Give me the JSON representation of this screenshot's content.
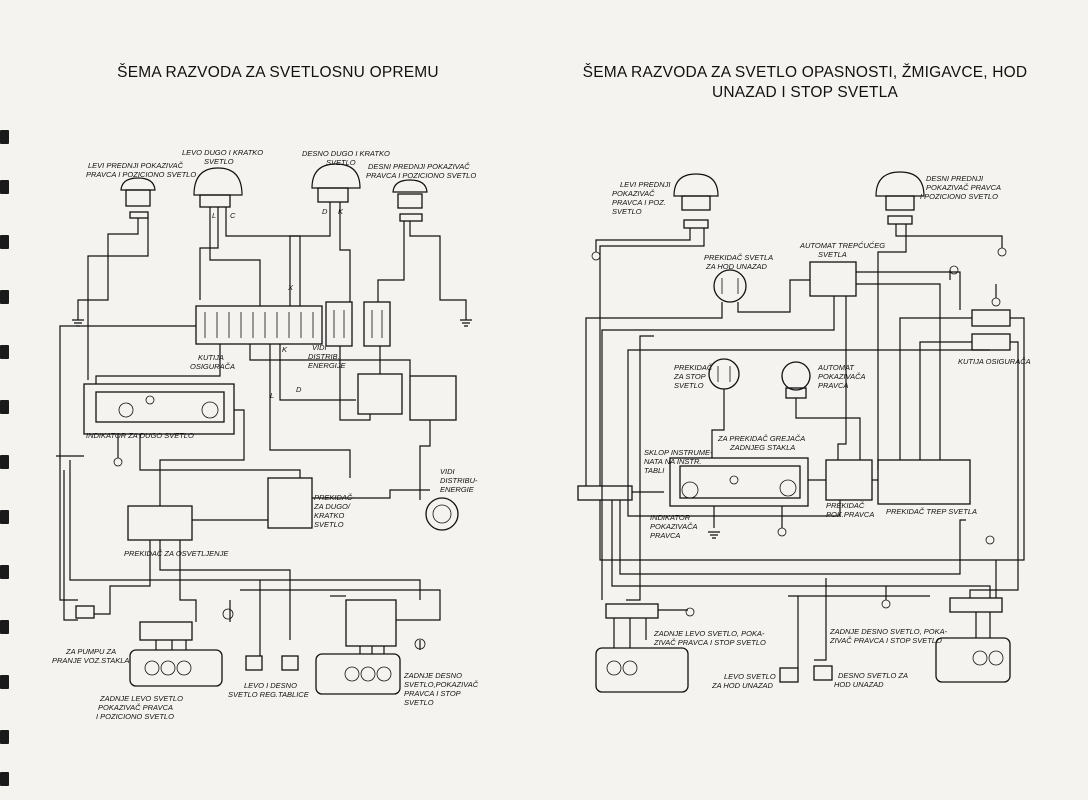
{
  "titles": {
    "left": "ŠEMA RAZVODA ZA SVETLOSNU OPREMU",
    "right_line1": "ŠEMA RAZVODA ZA SVETLO OPASNOSTI, ŽMIGAVCE, HOD",
    "right_line2": "UNAZAD I STOP SVETLA"
  },
  "left_diagram": {
    "levi_prednji_1": "LEVI PREDNJI POKAZIVAČ",
    "levi_prednji_2": "PRAVCA I POZICIONO SVETLO",
    "levo_dugo_1": "LEVO DUGO I KRATKO",
    "levo_dugo_2": "SVETLO",
    "desno_dugo_1": "DESNO DUGO I KRATKO",
    "desno_dugo_2": "SVETLO",
    "desni_prednji_1": "DESNI PREDNJI POKAZIVAČ",
    "desni_prednji_2": "PRAVCA I POZICIONO SVETLO",
    "kutija_1": "KUTIJA",
    "kutija_2": "OSIGURAČA",
    "vidi_1": "VIDI",
    "vidi_2": "DISTRIB.",
    "vidi_3": "ENERGIJE",
    "indikator": "INDIKATOR ZA DUGO SVETLO",
    "prekidac_dugo_1": "PREKIDAČ",
    "prekidac_dugo_2": "ZA DUGO/",
    "prekidac_dugo_3": "KRATKO",
    "prekidac_dugo_4": "SVETLO",
    "vidi_distrib_1": "VIDI",
    "vidi_distrib_2": "DISTRIBU-",
    "vidi_distrib_3": "ENERGIE",
    "prekidac_osvetljenje": "PREKIDAČ ZA OSVETLJENJE",
    "pumpa_1": "ZA PUMPU ZA",
    "pumpa_2": "PRANJE VOZ.STAKLA",
    "zadnje_levo_1": "ZADNJE LEVO SVETLO",
    "zadnje_levo_2": "POKAZIVAČ PRAVCA",
    "zadnje_levo_3": "I POZICIONO SVETLO",
    "levo_desno_1": "LEVO I DESNO",
    "levo_desno_2": "SVETLO REG.TABLICE",
    "zadnje_desno_1": "ZADNJE DESNO",
    "zadnje_desno_2": "SVETLO,POKAZIVAČ",
    "zadnje_desno_3": "PRAVCA I STOP",
    "zadnje_desno_4": "SVETLO",
    "wire_l": "L",
    "wire_c": "C",
    "wire_d": "D",
    "wire_k": "K",
    "wire_x": "X",
    "wire_ld": "L",
    "wire_kd": "K",
    "wire_dd": "D"
  },
  "right_diagram": {
    "levi_prednji_1": "LEVI PREDNJI",
    "levi_prednji_2": "POKAZIVAČ",
    "levi_prednji_3": "PRAVCA I POZ.",
    "levi_prednji_4": "SVETLO",
    "desni_prednji_1": "DESNI PREDNJI",
    "desni_prednji_2": "POKAZIVAČ PRAVCA",
    "desni_prednji_3": "I POZICIONO SVETLO",
    "hod_unazad_1": "PREKIDAČ SVETLA",
    "hod_unazad_2": "ZA HOD UNAZAD",
    "automat_trep_1": "AUTOMAT TREPĆUĆEG",
    "automat_trep_2": "SVETLA",
    "kutija": "KUTIJA OSIGURAČA",
    "stop_1": "PREKIDAČ",
    "stop_2": "ZA STOP",
    "stop_3": "SVETLO",
    "automat_pok_1": "AUTOMAT",
    "automat_pok_2": "POKAZIVAČA",
    "automat_pok_3": "PRAVCA",
    "grejac_1": "ZA PREKIDAČ GREJAČA",
    "grejac_2": "ZADNJEG STAKLA",
    "sklop_1": "SKLOP INSTRUME-",
    "sklop_2": "NATA NA INSTR.",
    "sklop_3": "TABLI",
    "indikator_1": "INDIKATOR",
    "indikator_2": "POKAZIVAČA",
    "indikator_3": "PRAVCA",
    "prek_pok_1": "PREKIDAČ",
    "prek_pok_2": "POK.PRAVCA",
    "prek_trep": "PREKIDAČ TREP SVETLA",
    "zadnje_levo_1": "ZADNJE LEVO SVETLO, POKA-",
    "zadnje_levo_2": "ZIVAČ PRAVCA I STOP SVETLO",
    "zadnje_desno_1": "ZADNJE DESNO SVETLO, POKA-",
    "zadnje_desno_2": "ZIVAČ PRAVCA I STOP SVETLO",
    "levo_hod_1": "LEVO SVETLO",
    "levo_hod_2": "ZA HOD UNAZAD",
    "desno_hod_1": "DESNO SVETLO ZA",
    "desno_hod_2": "HOD UNAZAD"
  }
}
